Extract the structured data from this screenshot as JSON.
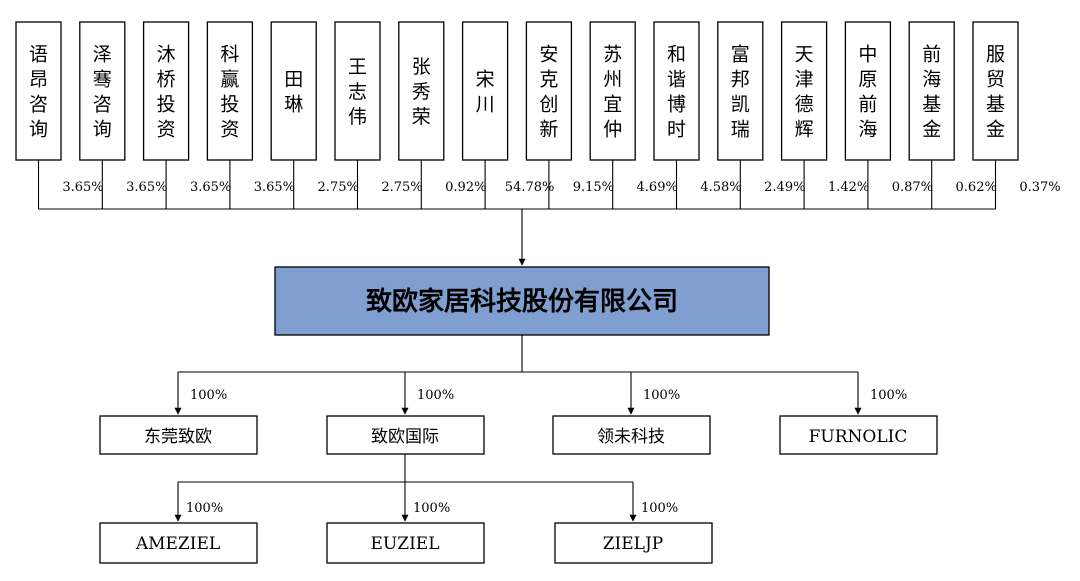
{
  "shareholders": [
    {
      "name": "语昂咨询",
      "pct": "3.65%"
    },
    {
      "name": "泽骞咨询",
      "pct": "3.65%"
    },
    {
      "name": "沐桥投资",
      "pct": "3.65%"
    },
    {
      "name": "科赢投资",
      "pct": "3.65%"
    },
    {
      "name": "田琳",
      "pct": "2.75%"
    },
    {
      "name": "王志伟",
      "pct": "2.75%"
    },
    {
      "name": "张秀荣",
      "pct": "0.92%"
    },
    {
      "name": "宋川",
      "pct": "54.78%"
    },
    {
      "name": "安克创新",
      "pct": "9.15%"
    },
    {
      "name": "苏州宜仲",
      "pct": "4.69%"
    },
    {
      "name": "和谐博时",
      "pct": "4.58%"
    },
    {
      "name": "富邦凯瑞",
      "pct": "2.49%"
    },
    {
      "name": "天津德辉",
      "pct": "1.42%"
    },
    {
      "name": "中原前海",
      "pct": "0.87%"
    },
    {
      "name": "前海基金",
      "pct": "0.62%"
    },
    {
      "name": "服贸基金",
      "pct": "0.37%"
    }
  ],
  "company": {
    "name": "致欧家居科技股份有限公司",
    "fill": "#7f9fd0"
  },
  "subsidiaries": [
    {
      "name": "东莞致欧",
      "pct": "100%"
    },
    {
      "name": "致欧国际",
      "pct": "100%"
    },
    {
      "name": "领未科技",
      "pct": "100%"
    },
    {
      "name": "FURNOLIC",
      "pct": "100%"
    }
  ],
  "second_level": [
    {
      "name": "AMEZIEL",
      "pct": "100%"
    },
    {
      "name": "EUZIEL",
      "pct": "100%"
    },
    {
      "name": "ZIELJP",
      "pct": "100%"
    }
  ]
}
